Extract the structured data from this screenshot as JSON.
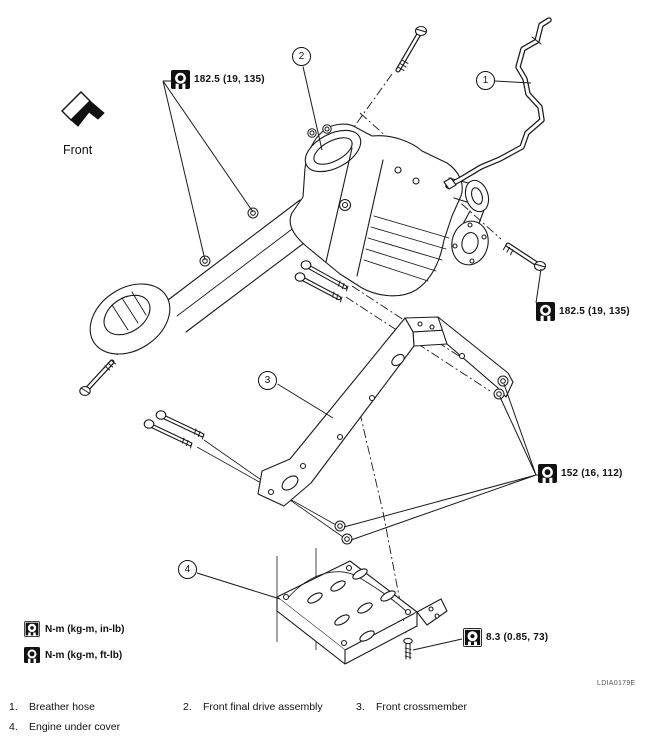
{
  "figure": {
    "front_label": "Front",
    "code": "LDIA0179E",
    "callouts": {
      "c1": "1",
      "c2": "2",
      "c3": "3",
      "c4": "4"
    },
    "torque": {
      "top_left": "182.5 (19, 135)",
      "right": "182.5 (19, 135)",
      "crossmember": "152 (16, 112)",
      "under_cover": "8.3 (0.85, 73)"
    },
    "legend": {
      "in_lb": "N-m (kg-m, in-lb)",
      "ft_lb": "N-m (kg-m, ft-lb)"
    }
  },
  "caption": {
    "items": [
      {
        "num": "1.",
        "label": "Breather hose"
      },
      {
        "num": "2.",
        "label": "Front final drive assembly"
      },
      {
        "num": "3.",
        "label": "Front crossmember"
      },
      {
        "num": "4.",
        "label": "Engine under cover"
      }
    ]
  },
  "colors": {
    "line": "#1a1a1a",
    "background": "#ffffff"
  }
}
